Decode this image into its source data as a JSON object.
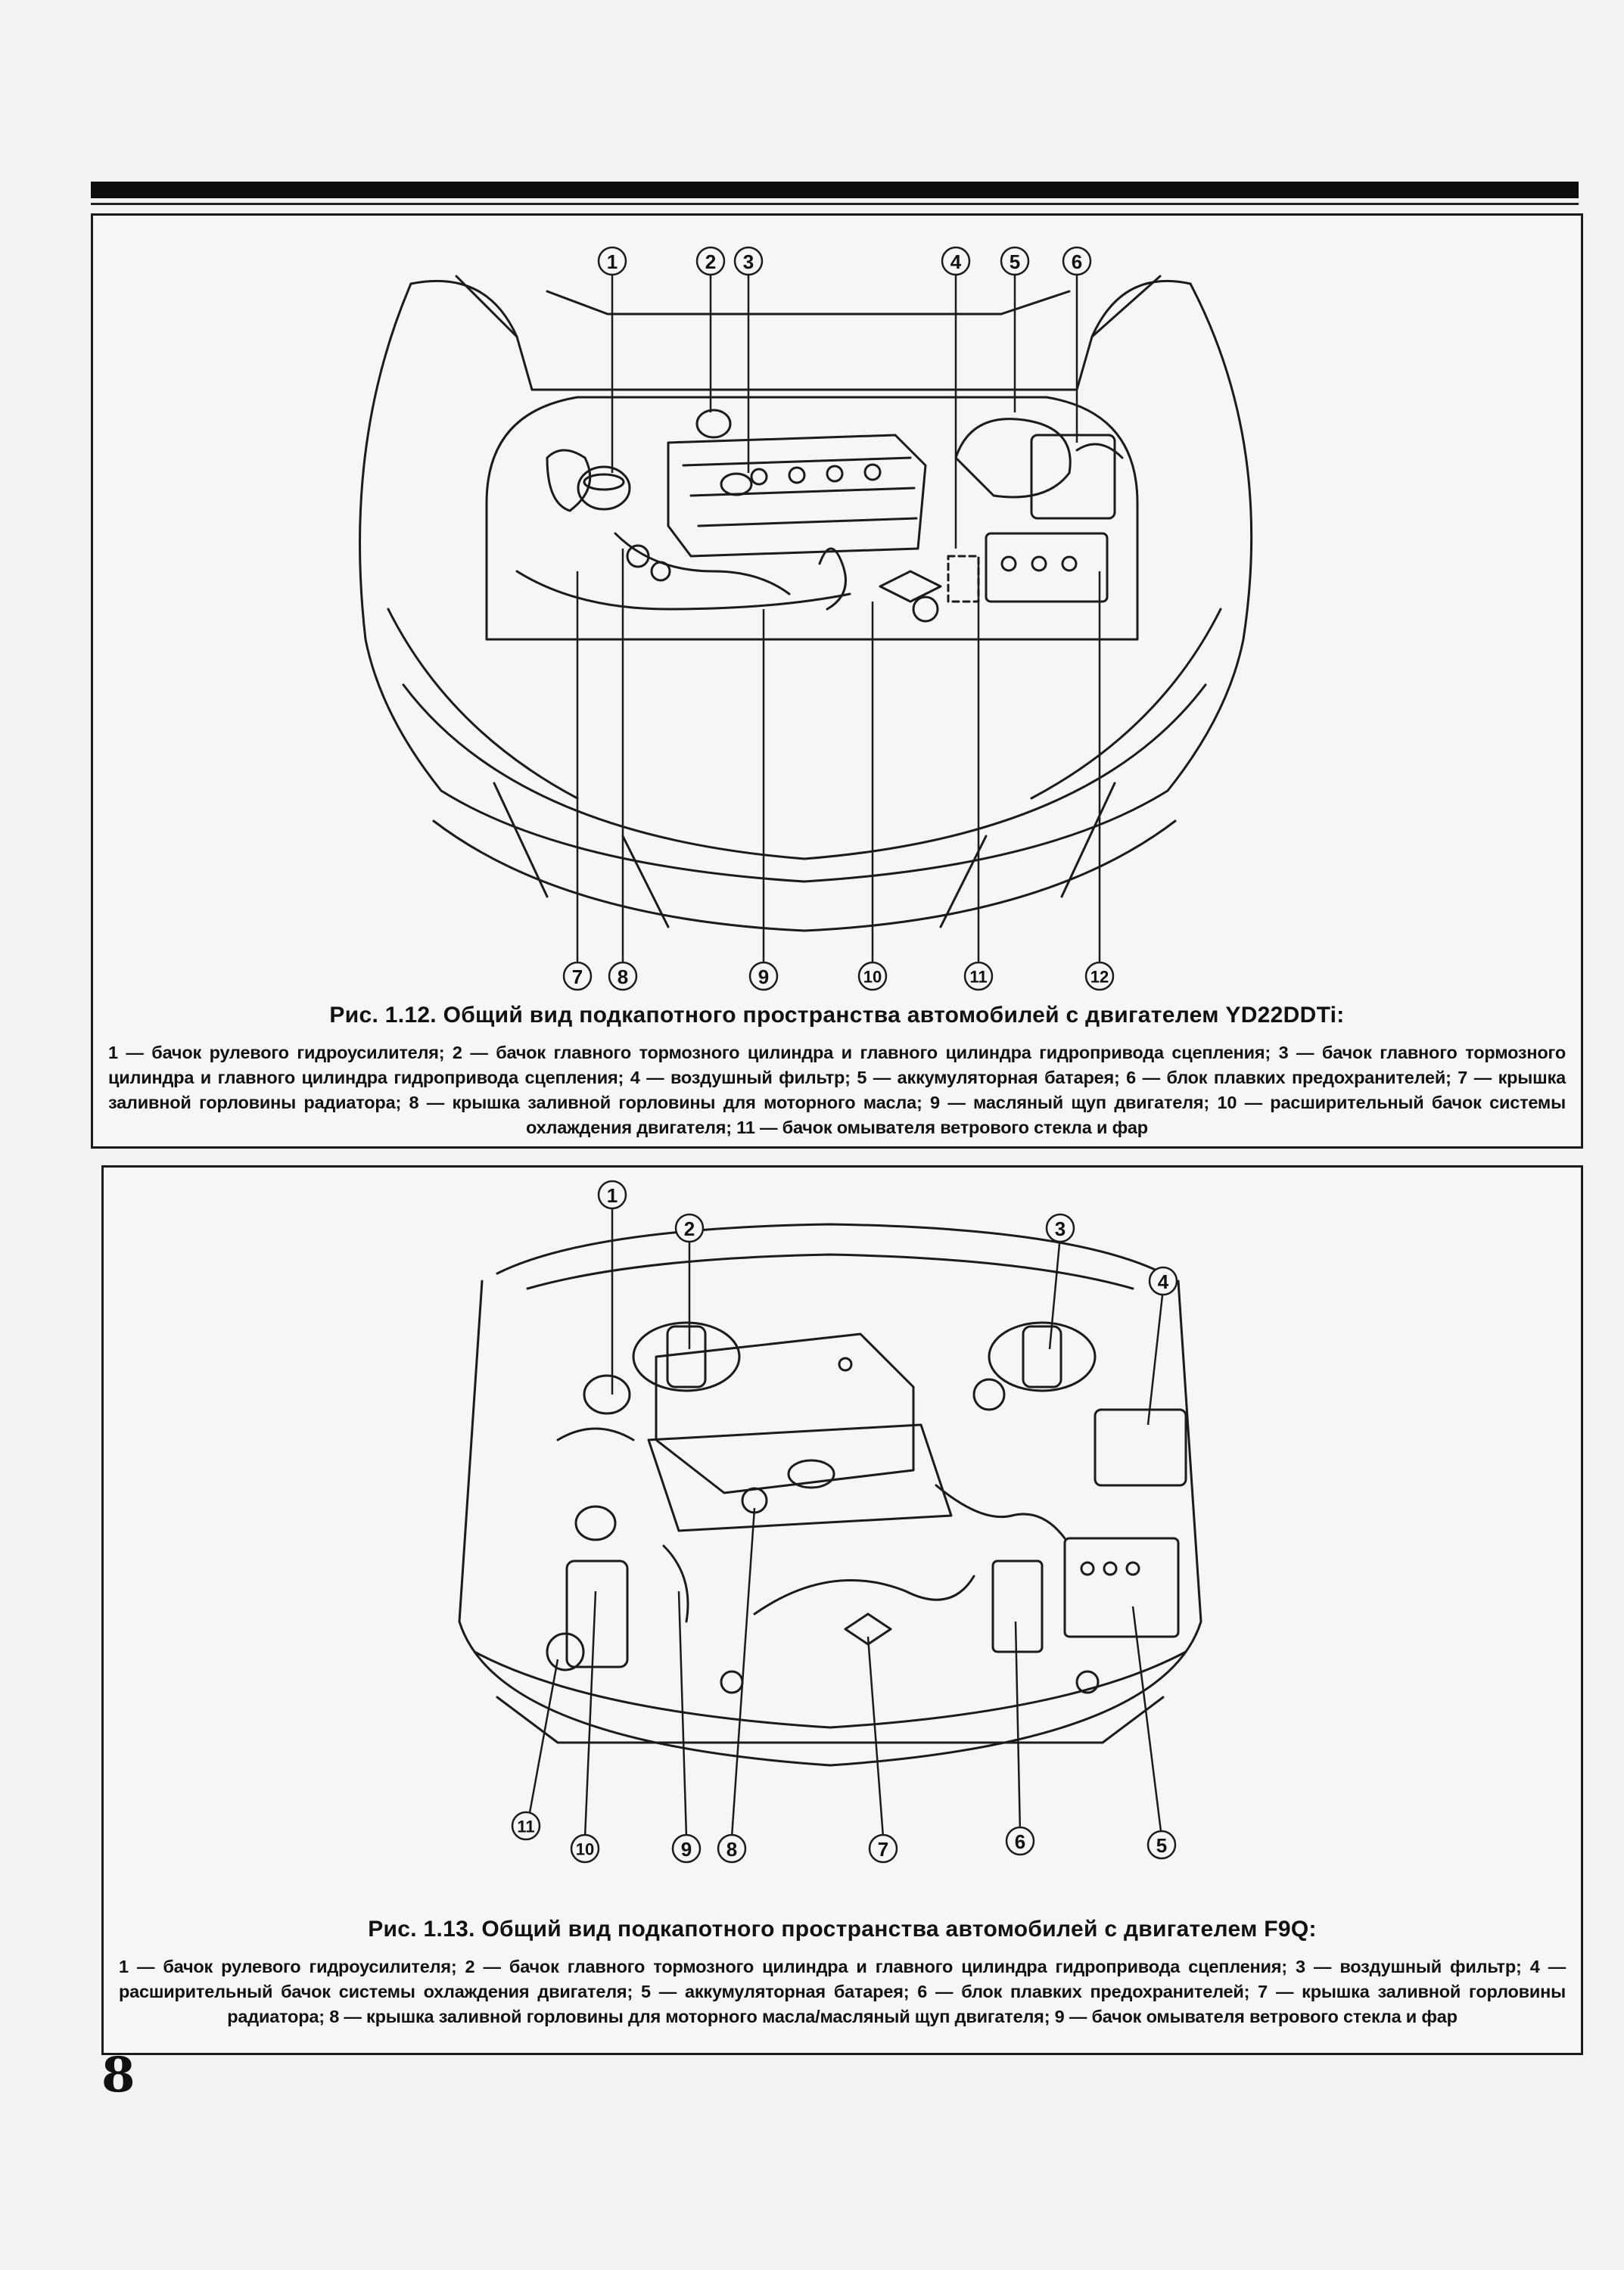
{
  "page": {
    "number": "8"
  },
  "figure1": {
    "title": "Рис. 1.12. Общий вид подкапотного пространства автомобилей с двигателем YD22DDTi:",
    "legend": "1 — бачок рулевого гидроусилителя; 2 — бачок главного тормозного цилиндра и главного цилиндра гидропривода сцепления; 3 — бачок главного тормозного цилиндра и главного цилиндра гидропривода сцепления; 4 — воздушный фильтр; 5 — аккумуляторная батарея; 6 — блок плавких предохранителей; 7 — крышка заливной горловины радиатора; 8 — крышка заливной горловины для моторного масла; 9 — масляный щуп двигателя; 10 — расширительный бачок системы охлаждения двигателя; 11 — бачок омывателя ветрового стекла и фар",
    "callouts": [
      "1",
      "2",
      "3",
      "4",
      "5",
      "6",
      "7",
      "8",
      "9",
      "10",
      "11",
      "12"
    ]
  },
  "figure2": {
    "title": "Рис. 1.13. Общий вид подкапотного пространства автомобилей с двигателем F9Q:",
    "legend": "1 — бачок рулевого гидроусилителя; 2 — бачок главного тормозного цилиндра и главного цилиндра гидропривода сцепления; 3 — воздушный фильтр; 4 — расширительный бачок системы охлаждения двигателя; 5 — аккумуляторная батарея; 6 — блок плавких предохранителей; 7 — крышка заливной горловины радиатора; 8 — крышка заливной горловины для моторного масла/масляный щуп двигателя; 9 — бачок омывателя ветрового стекла и фар",
    "callouts": [
      "1",
      "2",
      "3",
      "4",
      "5",
      "6",
      "7",
      "8",
      "9",
      "10",
      "11"
    ]
  }
}
